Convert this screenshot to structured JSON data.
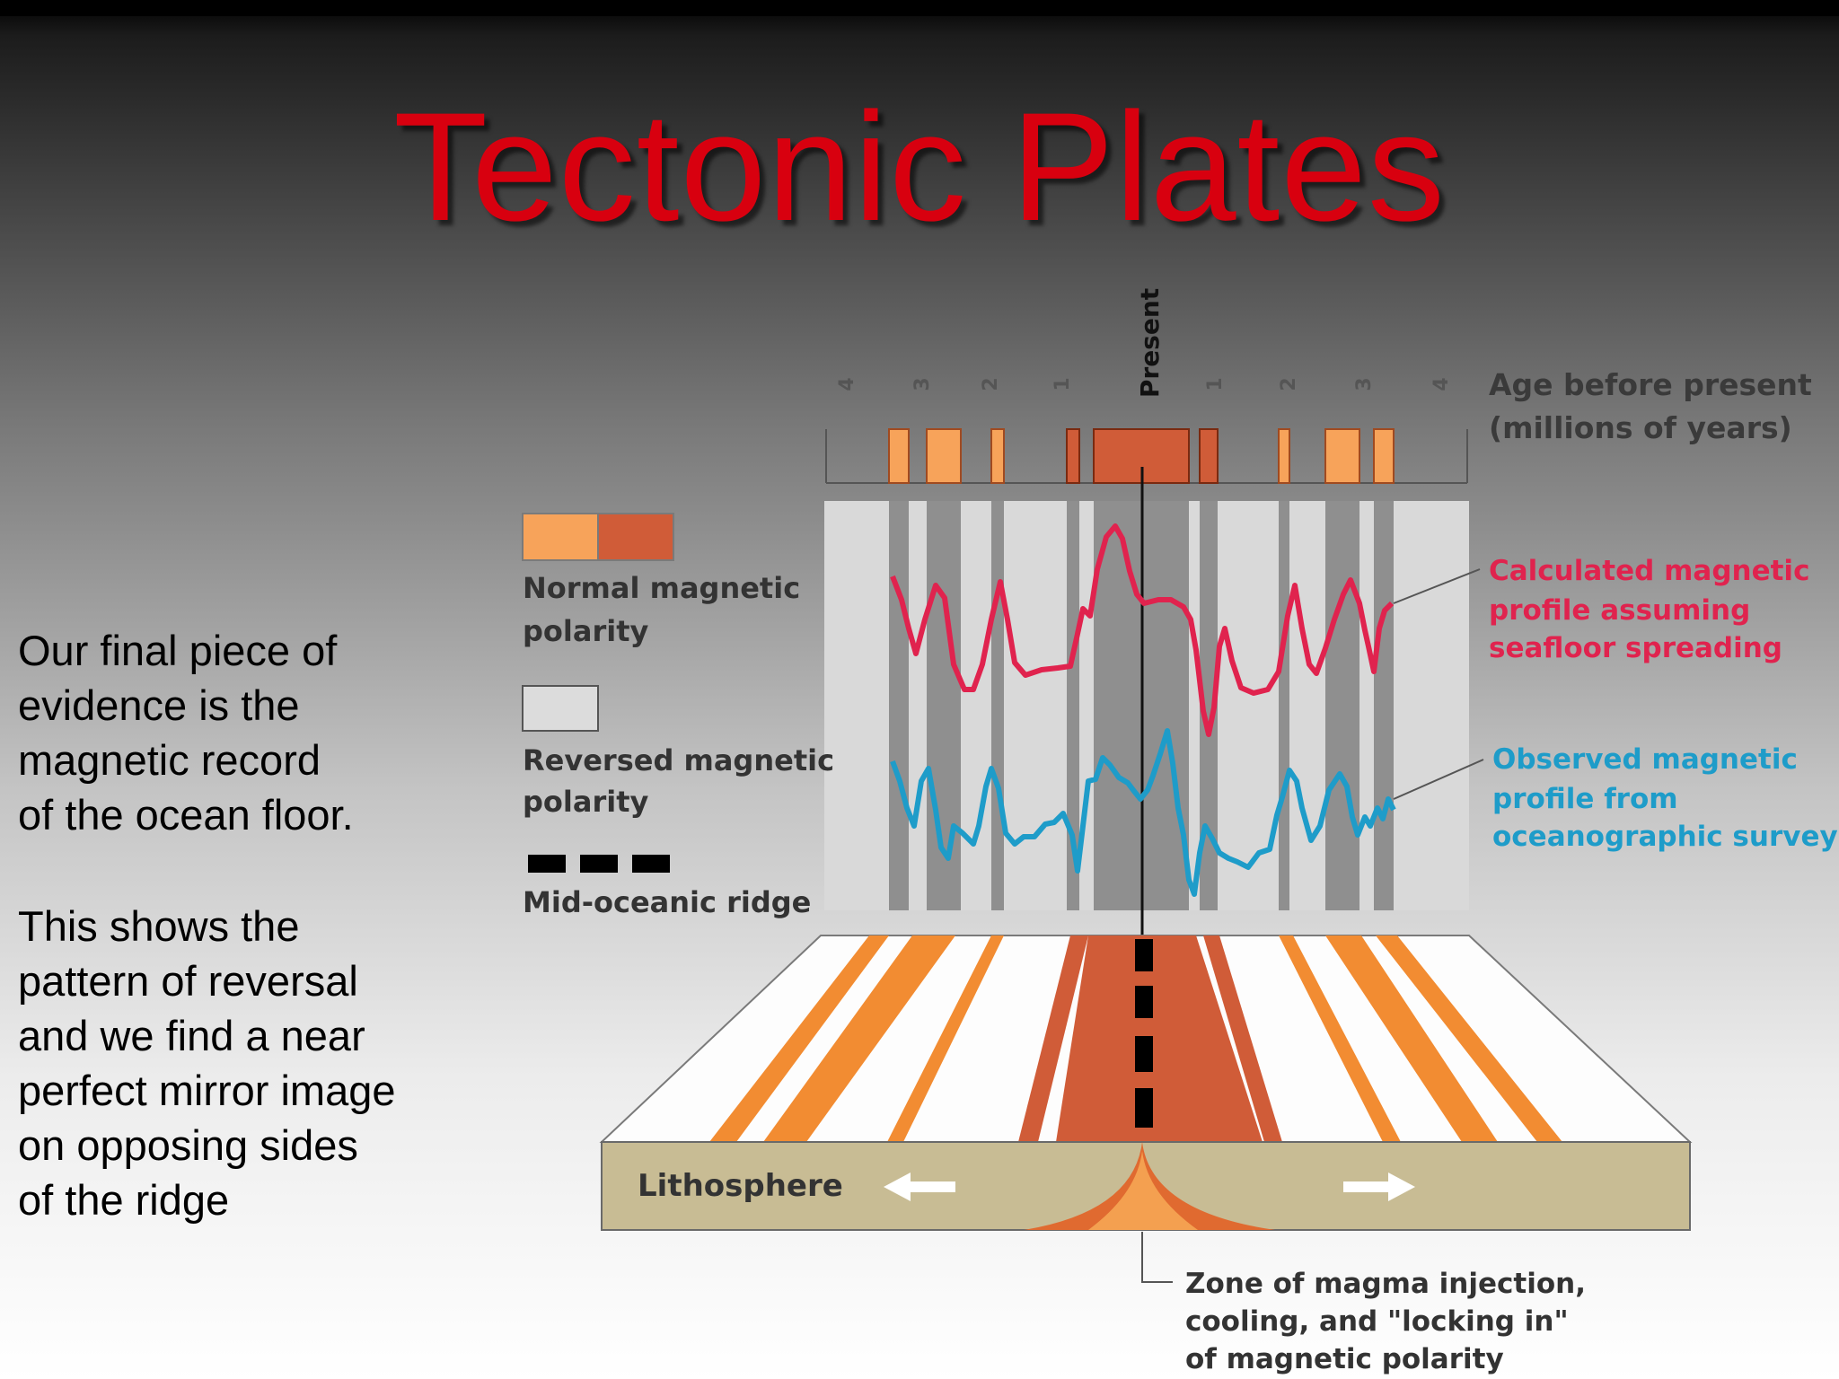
{
  "slide": {
    "title": "Tectonic Plates",
    "paragraph1": [
      "Our final piece of",
      "evidence is the",
      "magnetic record",
      "of the ocean floor."
    ],
    "paragraph2": [
      "This shows the",
      "pattern of reversal",
      "and we find a near",
      "perfect mirror image",
      "on opposing sides",
      "of the ridge"
    ]
  },
  "diagram": {
    "present_label": "Present",
    "age_ticks": [
      "4",
      "3",
      "2",
      "1",
      "1",
      "2",
      "3",
      "4"
    ],
    "age_axis_label": [
      "Age before present",
      "(millions of years)"
    ],
    "legend": {
      "normal": [
        "Normal  magnetic",
        "polarity"
      ],
      "reversed": [
        "Reversed  magnetic",
        "polarity"
      ],
      "ridge": "Mid-oceanic ridge"
    },
    "calculated_label": [
      "Calculated magnetic",
      "profile assuming",
      "seafloor spreading"
    ],
    "observed_label": [
      "Observed magnetic",
      "profile from",
      "oceanographic survey"
    ],
    "lithosphere_label": "Lithosphere",
    "magma_label": [
      "Zone of magma injection,",
      "cooling, and \"locking in\"",
      "of magnetic polarity"
    ]
  },
  "colors": {
    "title": "#d8000f",
    "normal_light": "#f7a35a",
    "normal_dark": "#d05c38",
    "calculated": "#e0234e",
    "observed": "#1e9cc9",
    "lithosphere": "#c8bc94"
  }
}
